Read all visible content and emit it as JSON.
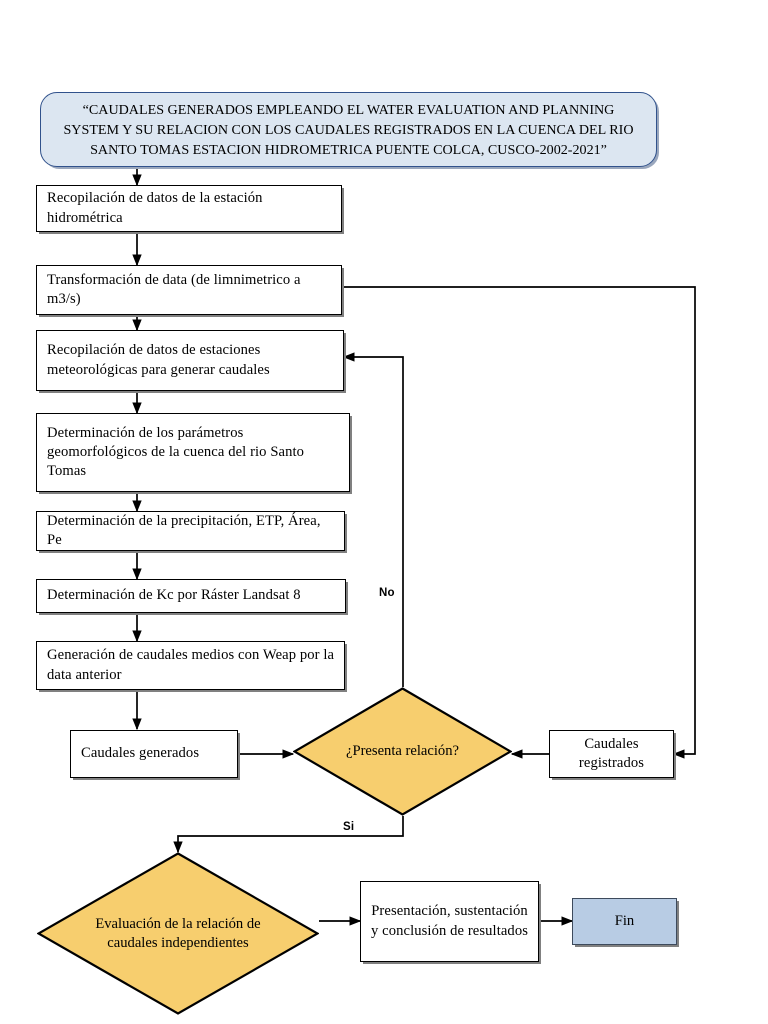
{
  "diagram": {
    "kind": "flowchart",
    "title_node": {
      "label": "“CAUDALES GENERADOS EMPLEANDO EL WATER EVALUATION AND PLANNING SYSTEM Y SU RELACION CON LOS CAUDALES REGISTRADOS EN LA CUENCA DEL RIO SANTO TOMAS ESTACION HIDROMETRICA PUENTE COLCA, CUSCO-2002-2021”"
    },
    "nodes": {
      "recopilacion_hidrometrica": "Recopilación de datos de la estación hidrométrica",
      "transformacion_data": "Transformación de data (de limnimetrico a m3/s)",
      "recopilacion_meteorologicas": "Recopilación de datos de estaciones meteorológicas para generar caudales",
      "parametros_geomorfologicos": "Determinación de los parámetros geomorfológicos de la cuenca del rio Santo Tomas",
      "precipitacion_etp": "Determinación de la precipitación, ETP, Área, Pe",
      "kc_raster": "Determinación de Kc por Ráster Landsat 8",
      "generacion_weap": "Generación de caudales medios con Weap por la data anterior",
      "caudales_generados": "Caudales generados",
      "caudales_registrados": "Caudales registrados",
      "decision_relacion": "¿Presenta relación?",
      "decision_evaluacion": "Evaluación de la relación de caudales independientes",
      "presentacion": "Presentación, sustentación y conclusión de resultados",
      "fin": "Fin"
    },
    "edge_labels": {
      "no": "No",
      "si": "Si"
    },
    "colors": {
      "title_fill": "#DCE6F1",
      "title_stroke": "#31528C",
      "decision_fill": "#F7CE6E",
      "decision_stroke": "#000000",
      "terminator_fill": "#B8CCE4",
      "terminator_stroke": "#3D4A5C",
      "process_fill": "#FFFFFF",
      "process_stroke": "#000000",
      "connector": "#000000",
      "page_background": "#FFFFFF"
    }
  }
}
